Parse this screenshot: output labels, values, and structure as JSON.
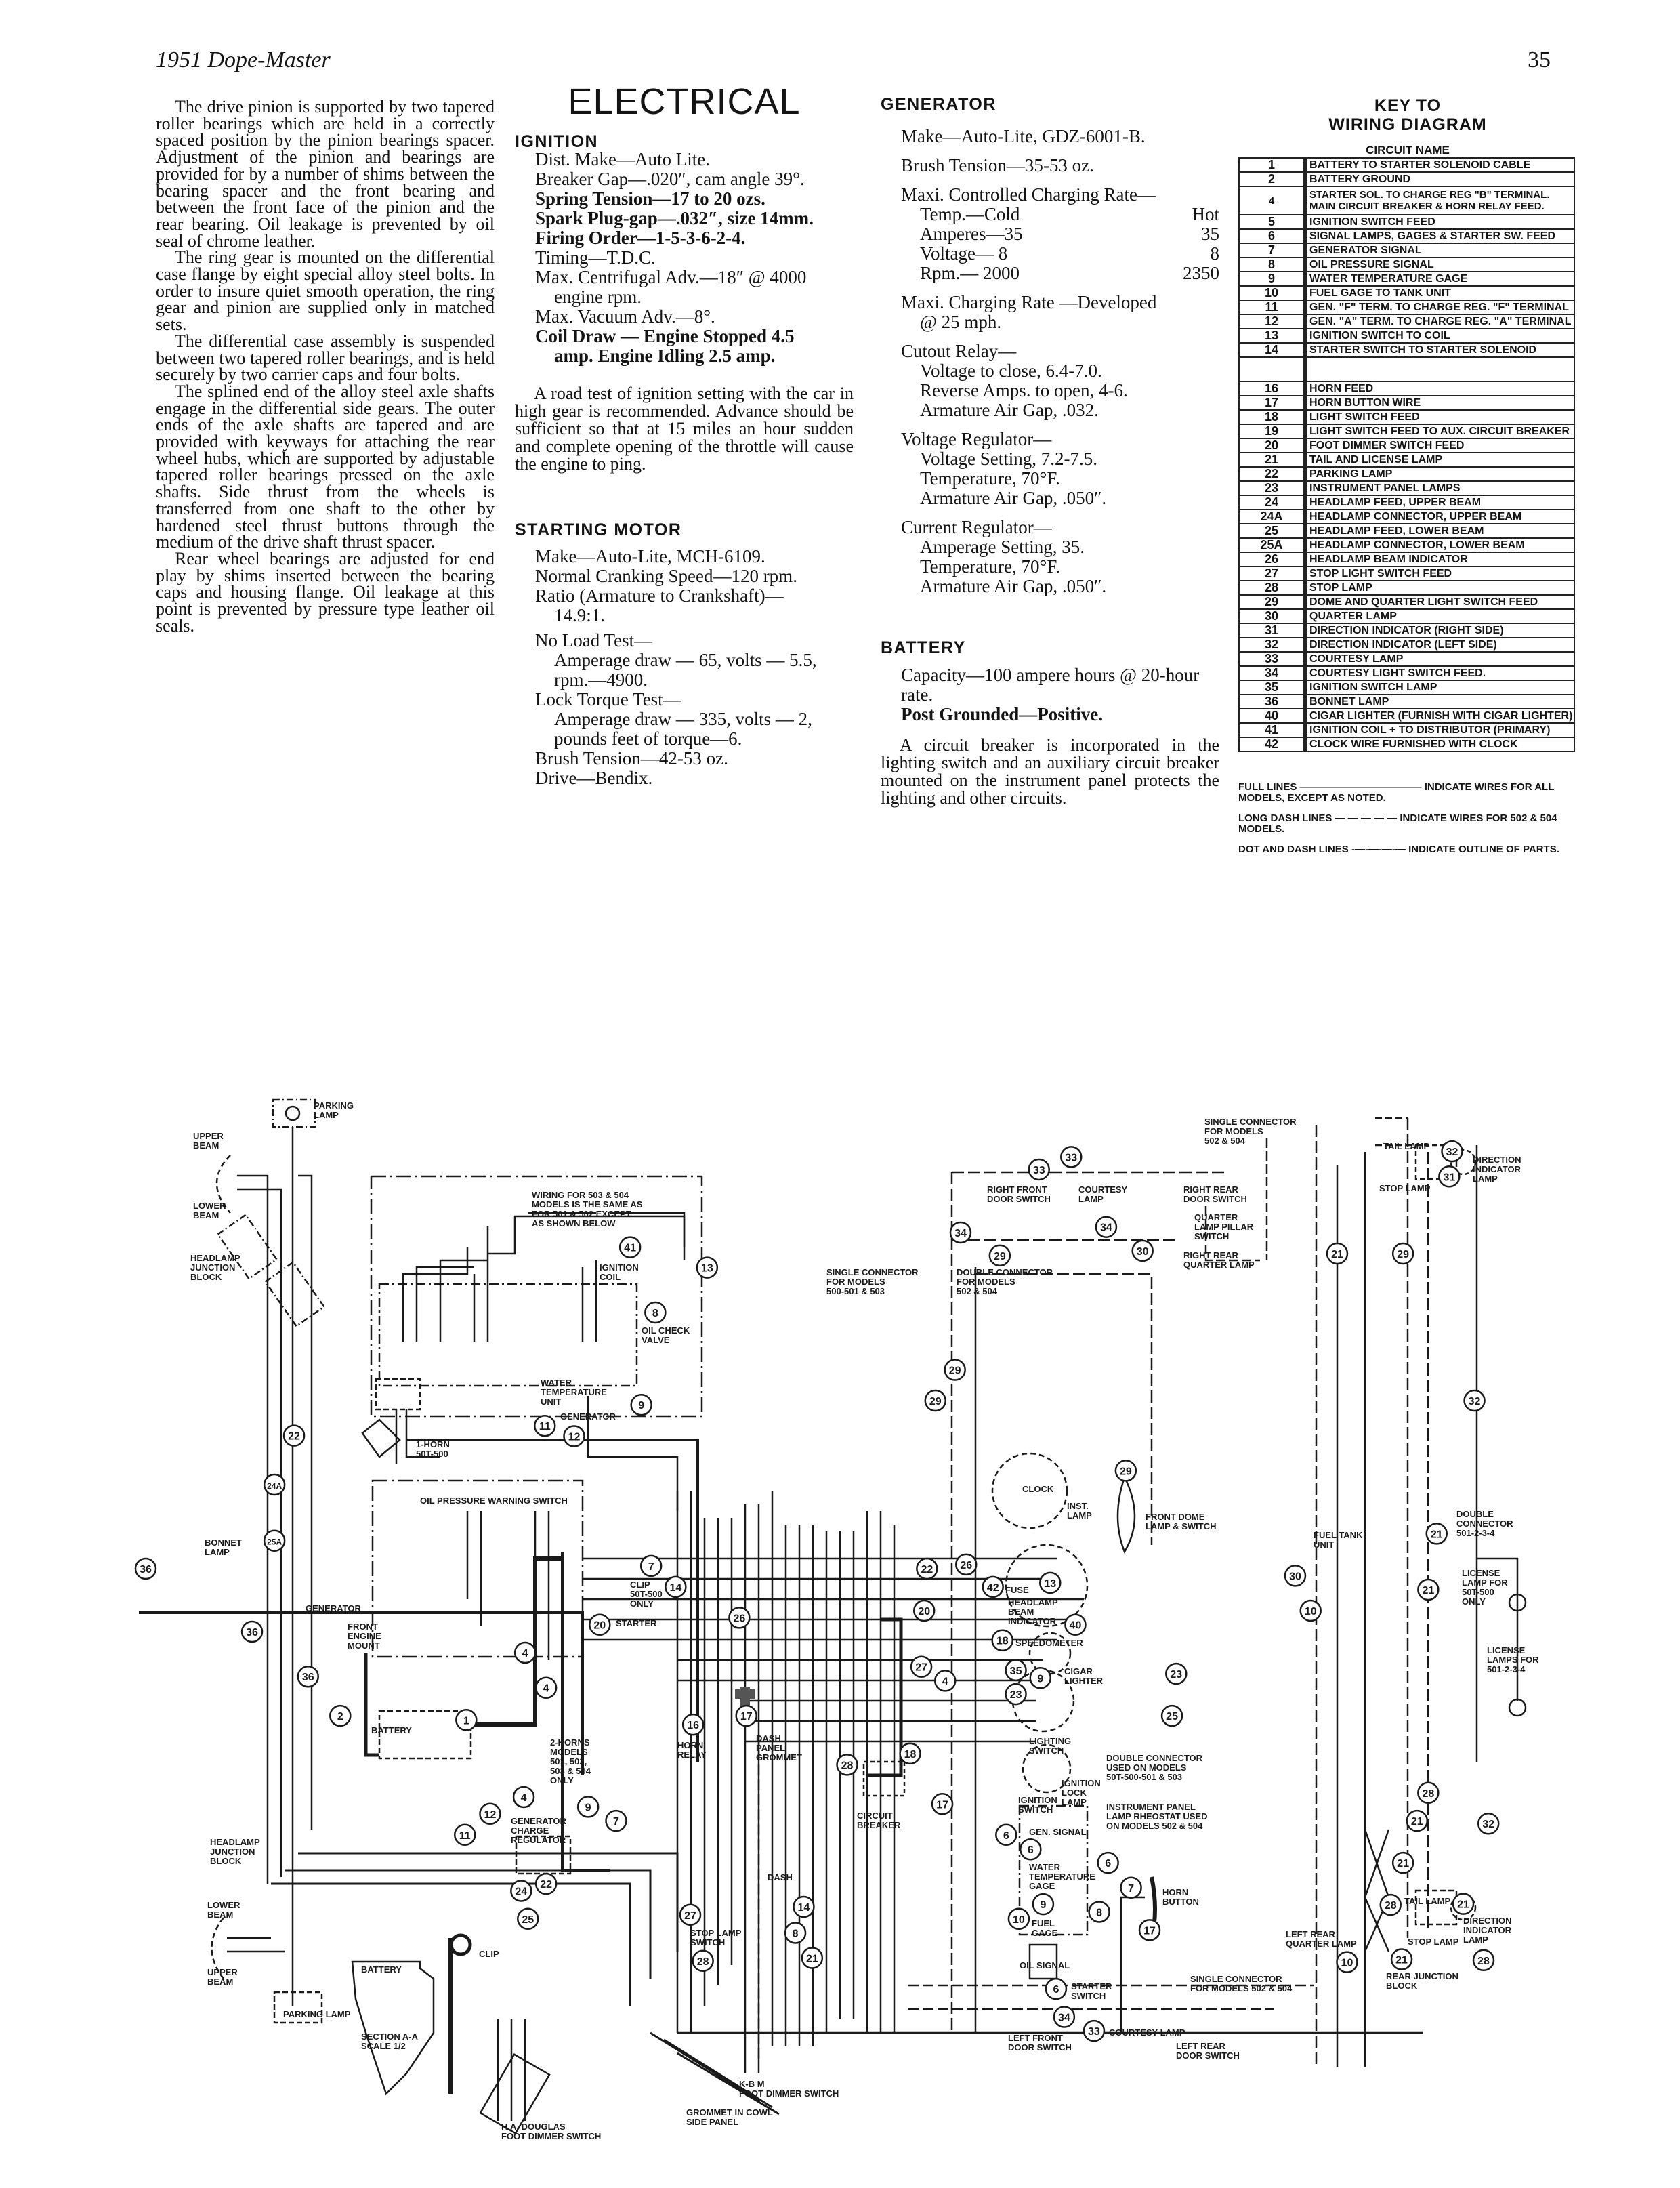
{
  "header": {
    "publication": "1951 Dope-Master",
    "page_number": "35"
  },
  "left_column": {
    "paragraphs": [
      "The drive pinion is supported by two tapered roller bearings which are held in a correctly spaced position by the pinion bearings spacer. Adjustment of the pinion and bearings are provided for by a number of shims between the bearing spacer and the front bearing and between the front face of the pinion and the rear bearing. Oil leakage is prevented by oil seal of chrome leather.",
      "The ring gear is mounted on the differential case flange by eight special alloy steel bolts. In order to insure quiet smooth operation, the ring gear and pinion are supplied only in matched sets.",
      "The differential case assembly is suspended between two tapered roller bearings, and is held securely by two carrier caps and four bolts.",
      "The splined end of the alloy steel axle shafts engage in the differential side gears. The outer ends of the axle shafts are tapered and are provided with keyways for attaching the rear wheel hubs, which are supported by adjustable tapered roller bearings pressed on the axle shafts. Side thrust from the wheels is transferred from one shaft to the other by hardened steel thrust buttons through the medium of the drive shaft thrust spacer.",
      "Rear wheel bearings are adjusted for end play by shims inserted between the bearing caps and housing flange. Oil leakage at this point is prevented by pressure type leather oil seals."
    ]
  },
  "electrical": {
    "title": "ELECTRICAL",
    "ignition": {
      "heading": "IGNITION",
      "items": [
        "Dist. Make—Auto Lite.",
        "Breaker Gap—.020″, cam angle 39°.",
        "Spring Tension—17 to 20 ozs.",
        "Spark Plug-gap—.032″, size 14mm.",
        "Firing Order—1-5-3-6-2-4.",
        "Timing—T.D.C.",
        "Max. Centrifugal Adv.—18″ @ 4000",
        "engine rpm.",
        "Max. Vacuum Adv.—8°.",
        "Coil Draw — Engine Stopped 4.5",
        "amp. Engine Idling 2.5 amp."
      ],
      "note": "A road test of ignition setting with the car in high gear is recommended. Advance should be sufficient so that at 15 miles an hour sudden and complete opening of the throttle will cause the engine to ping."
    },
    "starting_motor": {
      "heading": "STARTING MOTOR",
      "items": [
        "Make—Auto-Lite, MCH-6109.",
        "Normal Cranking Speed—120 rpm.",
        "Ratio (Armature to Crankshaft)—",
        "14.9:1.",
        "No Load Test—",
        "Amperage draw — 65, volts — 5.5, rpm.—4900.",
        "Lock Torque Test—",
        "Amperage draw — 335, volts — 2, pounds feet of torque—6.",
        "Brush Tension—42-53 oz.",
        "Drive—Bendix."
      ]
    }
  },
  "generator": {
    "heading": "GENERATOR",
    "make": "Make—Auto-Lite, GDZ-6001-B.",
    "brush_tension": "Brush Tension—35-53 oz.",
    "controlled_rate_label": "Maxi. Controlled Charging Rate—",
    "rate_table": [
      {
        "cold": "Temp.—Cold",
        "hot": "Hot"
      },
      {
        "cold": "Amperes—35",
        "hot": "35"
      },
      {
        "cold": "Voltage— 8",
        "hot": "8"
      },
      {
        "cold": "Rpm.— 2000",
        "hot": "2350"
      }
    ],
    "max_rate": "Maxi. Charging Rate —Developed",
    "max_rate_2": "@ 25 mph.",
    "cutout_relay": {
      "label": "Cutout Relay—",
      "items": [
        "Voltage to close, 6.4-7.0.",
        "Reverse Amps. to open, 4-6.",
        "Armature Air Gap, .032."
      ]
    },
    "voltage_regulator": {
      "label": "Voltage Regulator—",
      "items": [
        "Voltage Setting, 7.2-7.5.",
        "Temperature, 70°F.",
        "Armature Air Gap, .050″."
      ]
    },
    "current_regulator": {
      "label": "Current Regulator—",
      "items": [
        "Amperage Setting, 35.",
        "Temperature, 70°F.",
        "Armature Air Gap, .050″."
      ]
    }
  },
  "battery": {
    "heading": "BATTERY",
    "capacity": "Capacity—100 ampere hours @ 20-hour rate.",
    "grounded": "Post Grounded—Positive.",
    "note": "A circuit breaker is incorporated in the lighting switch and an auxiliary circuit breaker mounted on the instrument panel protects the lighting and other circuits."
  },
  "key": {
    "title_1": "KEY TO",
    "title_2": "WIRING DIAGRAM",
    "column_header": "CIRCUIT NAME",
    "rows": [
      {
        "n": "1",
        "name": "BATTERY TO STARTER SOLENOID CABLE"
      },
      {
        "n": "2",
        "name": "BATTERY GROUND"
      },
      {
        "n": "4",
        "name": "STARTER SOL. TO CHARGE REG \"B\" TERMINAL. MAIN CIRCUIT BREAKER & HORN RELAY FEED."
      },
      {
        "n": "5",
        "name": "IGNITION SWITCH FEED"
      },
      {
        "n": "6",
        "name": "SIGNAL LAMPS, GAGES & STARTER SW. FEED"
      },
      {
        "n": "7",
        "name": "GENERATOR SIGNAL"
      },
      {
        "n": "8",
        "name": "OIL PRESSURE SIGNAL"
      },
      {
        "n": "9",
        "name": "WATER TEMPERATURE GAGE"
      },
      {
        "n": "10",
        "name": "FUEL GAGE TO TANK UNIT"
      },
      {
        "n": "11",
        "name": "GEN. \"F\" TERM. TO CHARGE REG. \"F\" TERMINAL"
      },
      {
        "n": "12",
        "name": "GEN. \"A\" TERM. TO CHARGE REG. \"A\" TERMINAL"
      },
      {
        "n": "13",
        "name": "IGNITION SWITCH TO COIL"
      },
      {
        "n": "14",
        "name": "STARTER SWITCH TO STARTER SOLENOID"
      },
      {
        "n": "",
        "name": ""
      },
      {
        "n": "16",
        "name": "HORN FEED"
      },
      {
        "n": "17",
        "name": "HORN BUTTON WIRE"
      },
      {
        "n": "18",
        "name": "LIGHT SWITCH FEED"
      },
      {
        "n": "19",
        "name": "LIGHT SWITCH FEED TO AUX. CIRCUIT BREAKER"
      },
      {
        "n": "20",
        "name": "FOOT DIMMER SWITCH FEED"
      },
      {
        "n": "21",
        "name": "TAIL AND LICENSE LAMP"
      },
      {
        "n": "22",
        "name": "PARKING LAMP"
      },
      {
        "n": "23",
        "name": "INSTRUMENT PANEL LAMPS"
      },
      {
        "n": "24",
        "name": "HEADLAMP FEED, UPPER BEAM"
      },
      {
        "n": "24A",
        "name": "HEADLAMP CONNECTOR, UPPER BEAM"
      },
      {
        "n": "25",
        "name": "HEADLAMP FEED, LOWER BEAM"
      },
      {
        "n": "25A",
        "name": "HEADLAMP CONNECTOR, LOWER BEAM"
      },
      {
        "n": "26",
        "name": "HEADLAMP BEAM INDICATOR"
      },
      {
        "n": "27",
        "name": "STOP LIGHT SWITCH FEED"
      },
      {
        "n": "28",
        "name": "STOP LAMP"
      },
      {
        "n": "29",
        "name": "DOME AND QUARTER LIGHT SWITCH FEED"
      },
      {
        "n": "30",
        "name": "QUARTER LAMP"
      },
      {
        "n": "31",
        "name": "DIRECTION INDICATOR (RIGHT SIDE)"
      },
      {
        "n": "32",
        "name": "DIRECTION INDICATOR (LEFT SIDE)"
      },
      {
        "n": "33",
        "name": "COURTESY LAMP"
      },
      {
        "n": "34",
        "name": "COURTESY LIGHT SWITCH FEED."
      },
      {
        "n": "35",
        "name": "IGNITION SWITCH LAMP"
      },
      {
        "n": "36",
        "name": "BONNET LAMP"
      },
      {
        "n": "40",
        "name": "CIGAR LIGHTER (FURNISH WITH CIGAR LIGHTER)"
      },
      {
        "n": "41",
        "name": "IGNITION COIL + TO DISTRIBUTOR (PRIMARY)"
      },
      {
        "n": "42",
        "name": "CLOCK WIRE FURNISHED WITH CLOCK"
      }
    ],
    "legend": [
      "FULL LINES ———————————— INDICATE WIRES FOR ALL MODELS, EXCEPT AS NOTED.",
      "LONG DASH LINES — — — — — INDICATE WIRES FOR 502 & 504 MODELS.",
      "DOT AND DASH LINES -—-—-—-— INDICATE OUTLINE OF PARTS."
    ]
  },
  "diagram": {
    "labels": [
      "PARKING\nLAMP",
      "UPPER\nBEAM",
      "LOWER\nBEAM",
      "HEADLAMP\nJUNCTION\nBLOCK",
      "WIRING FOR 503 & 504\nMODELS IS THE SAME AS\nFOR 501 & 502 EXCEPT\nAS SHOWN BELOW",
      "IGNITION\nCOIL",
      "OIL CHECK\nVALVE",
      "WATER\nTEMPERATURE\nUNIT",
      "GENERATOR",
      "1-HORN\n50T-500",
      "OIL PRESSURE WARNING SWITCH",
      "BONNET\nLAMP",
      "GENERATOR",
      "FRONT\nENGINE\nMOUNT",
      "CLIP\n50T-500\nONLY",
      "STARTER",
      "BATTERY",
      "2-HORNS\nMODELS\n501, 502,\n503 & 504\nONLY",
      "HORN\nRELAY",
      "DASH\nPANEL\nGROMMET",
      "GENERATOR\nCHARGE\nREGULATOR",
      "HEADLAMP\nJUNCTION\nBLOCK",
      "LOWER\nBEAM",
      "UPPER\nBEAM",
      "BATTERY",
      "CLIP",
      "PARKING LAMP",
      "SECTION A-A\nSCALE 1/2",
      "DASH",
      "STOP LAMP\nSWITCH",
      "H.A. DOUGLAS\nFOOT DIMMER SWITCH",
      "K-B M\nFOOT DIMMER SWITCH",
      "GROMMET IN COWL\nSIDE PANEL",
      "CIRCUIT\nBREAKER",
      "CLOCK",
      "INST.\nLAMP",
      "FUSE",
      "FRONT DOME\nLAMP & SWITCH",
      "HEADLAMP\nBEAM\nINDICATOR",
      "SPEEDOMETER",
      "CIGAR\nLIGHTER",
      "LIGHTING\nSWITCH",
      "IGNITION\nLOCK\nLAMP",
      "IGNITION\nSWITCH",
      "DOUBLE CONNECTOR\nUSED ON MODELS\n50T-500-501 & 503",
      "INSTRUMENT PANEL\nLAMP RHEOSTAT USED\nON MODELS 502 & 504",
      "GEN. SIGNAL",
      "WATER\nTEMPERATURE\nGAGE",
      "FUEL\nGAGE",
      "OIL SIGNAL",
      "HORN\nBUTTON",
      "STARTER\nSWITCH",
      "SINGLE CONNECTOR\nFOR MODELS 502 & 504",
      "COURTESY LAMP",
      "LEFT FRONT\nDOOR SWITCH",
      "LEFT REAR\nDOOR SWITCH",
      "SINGLE CONNECTOR\nFOR MODELS\n502 & 504",
      "RIGHT FRONT\nDOOR SWITCH",
      "COURTESY\nLAMP",
      "RIGHT REAR\nDOOR SWITCH",
      "QUARTER\nLAMP PILLAR\nSWITCH",
      "RIGHT REAR\nQUARTER LAMP",
      "SINGLE CONNECTOR\nFOR MODELS\n500-501 & 503",
      "DOUBLE CONNECTOR\nFOR MODELS\n502 & 504",
      "TAIL LAMP",
      "DIRECTION\nINDICATOR\nLAMP",
      "STOP LAMP",
      "FUEL TANK\nUNIT",
      "DOUBLE\nCONNECTOR\n501-2-3-4",
      "LICENSE\nLAMP FOR\n50T-500\nONLY",
      "LICENSE\nLAMPS FOR\n501-2-3-4",
      "LEFT REAR\nQUARTER LAMP",
      "TAIL LAMP",
      "DIRECTION\nINDICATOR\nLAMP",
      "STOP LAMP",
      "REAR JUNCTION\nBLOCK"
    ],
    "markers": [
      "41",
      "13",
      "8",
      "9",
      "12",
      "11",
      "22",
      "24A",
      "25A",
      "36",
      "36",
      "36",
      "2",
      "1",
      "4",
      "4",
      "4",
      "4",
      "12",
      "11",
      "9",
      "7",
      "22",
      "24",
      "25",
      "16",
      "17",
      "27",
      "28",
      "7",
      "14",
      "20",
      "26",
      "26",
      "27",
      "9",
      "13",
      "18",
      "8",
      "14",
      "21",
      "17",
      "28",
      "33",
      "33",
      "34",
      "34",
      "29",
      "30",
      "29",
      "29",
      "29",
      "21",
      "29",
      "32",
      "31",
      "32",
      "21",
      "21",
      "30",
      "10",
      "28",
      "21",
      "21",
      "32",
      "21",
      "28",
      "28",
      "21",
      "10",
      "17",
      "6",
      "6",
      "8",
      "23",
      "25",
      "6",
      "7",
      "9",
      "10",
      "6",
      "34",
      "33",
      "42",
      "22",
      "20",
      "40",
      "35",
      "23",
      "18"
    ]
  }
}
